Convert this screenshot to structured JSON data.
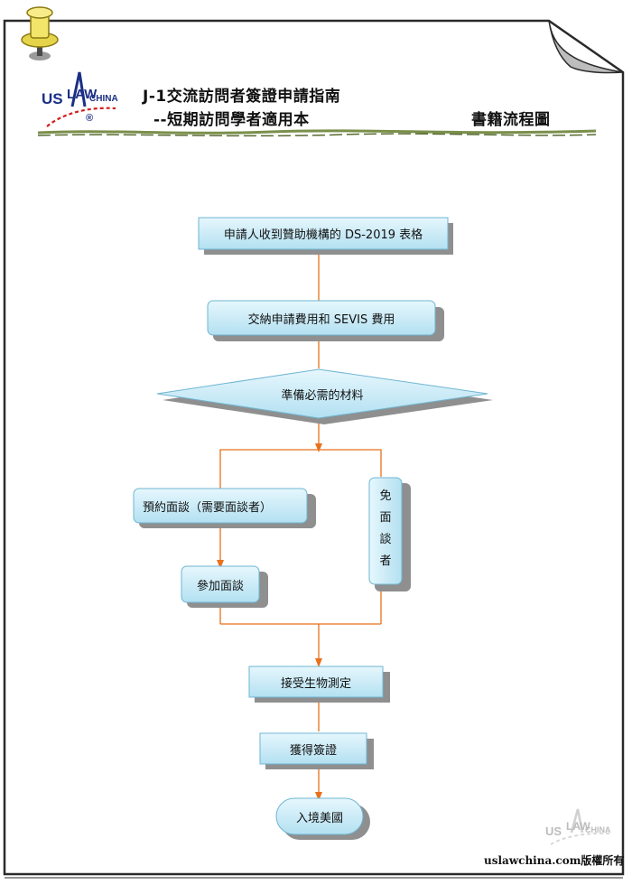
{
  "header": {
    "title_line1": "J-1交流訪問者簽證申請指南",
    "title_line2": "--短期訪問學者適用本",
    "title_right": "書籍流程圖"
  },
  "logo": {
    "us": "US",
    "law": "LAW",
    "china": "CHINA",
    "registered": "®"
  },
  "flow": {
    "step1": "申請人收到贊助機構的 DS-2019 表格",
    "step2": "交納申請費用和 SEVIS 費用",
    "step3": "準備必需的材料",
    "step4a": "預約面談（需要面談者）",
    "step4b": "參加面談",
    "step4c": [
      "免",
      "面",
      "談",
      "者"
    ],
    "step5": "接受生物測定",
    "step6": "獲得簽證",
    "step7": "入境美國"
  },
  "footer": {
    "copyright": "uslawchina.com版權所有"
  },
  "colors": {
    "node_fill_top": "#e4f6fc",
    "node_fill_bottom": "#b6e2f2",
    "node_border": "#6fb6d2",
    "connector": "#e8711c",
    "shadow": "#8f8f8f",
    "logo_blue": "#1b2f86",
    "logo_red": "#d21f1f"
  }
}
